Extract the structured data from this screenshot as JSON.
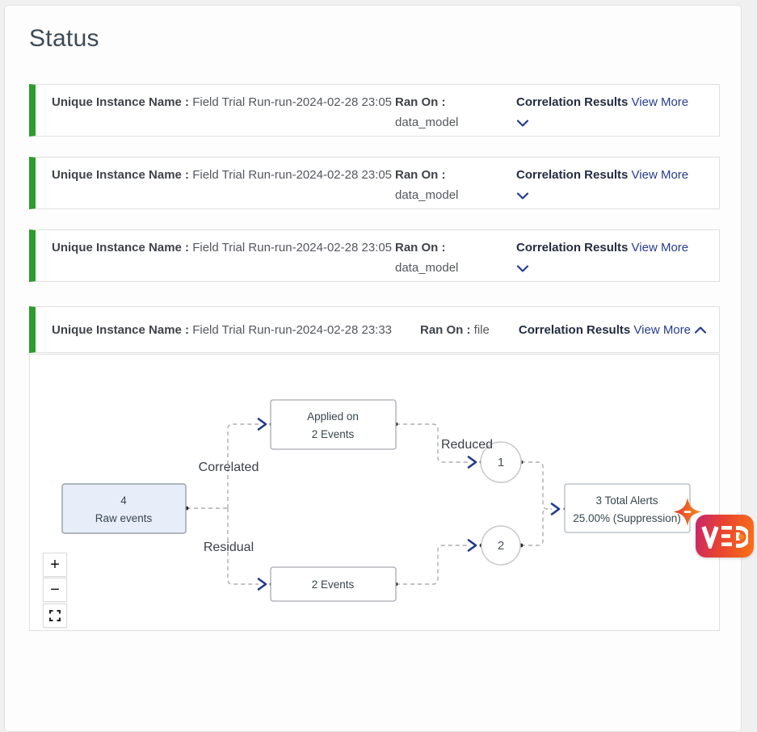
{
  "title": "Status",
  "cards": [
    {
      "name_label": "Unique Instance Name :",
      "name_value": "Field Trial Run-run-2024-02-28 23:05",
      "ran_on_label": "Ran On :",
      "ran_on_value": "data_model",
      "results_label": "Correlation Results",
      "view_more_label": "View More"
    },
    {
      "name_label": "Unique Instance Name :",
      "name_value": "Field Trial Run-run-2024-02-28 23:05",
      "ran_on_label": "Ran On :",
      "ran_on_value": "data_model",
      "results_label": "Correlation Results",
      "view_more_label": "View More"
    },
    {
      "name_label": "Unique Instance Name :",
      "name_value": "Field Trial Run-run-2024-02-28 23:05",
      "ran_on_label": "Ran On :",
      "ran_on_value": "data_model",
      "results_label": "Correlation Results",
      "view_more_label": "View More"
    },
    {
      "name_label": "Unique Instance Name :",
      "name_value": "Field Trial Run-run-2024-02-28 23:33",
      "ran_on_label": "Ran On :",
      "ran_on_value": "file",
      "results_label": "Correlation Results",
      "view_more_label": "View More"
    }
  ],
  "diagram": {
    "raw_node": {
      "count": "4",
      "label": "Raw events"
    },
    "applied_node": {
      "line1": "Applied on",
      "line2": "2 Events"
    },
    "residual_node": {
      "label": "2 Events"
    },
    "group1_node": {
      "label": "1"
    },
    "group2_node": {
      "label": "2"
    },
    "total_node": {
      "line1": "3 Total Alerts",
      "line2": "25.00% (Suppression)"
    },
    "edge_labels": {
      "correlated": "Correlated",
      "residual": "Residual",
      "reduced": "Reduced"
    }
  },
  "zoom_controls": {
    "zoom_in": "+",
    "zoom_out": "−"
  },
  "watermark": {
    "text": "VED"
  },
  "colors": {
    "accent_green": "#2e9b2e",
    "link_blue": "#273c91",
    "arrow_navy": "#1e3a8a",
    "raw_node_fill": "#e8eef9",
    "spark_red": "#e0352b",
    "spark_orange": "#f6921e",
    "logo_start": "#c9256d",
    "logo_end": "#f97316"
  }
}
